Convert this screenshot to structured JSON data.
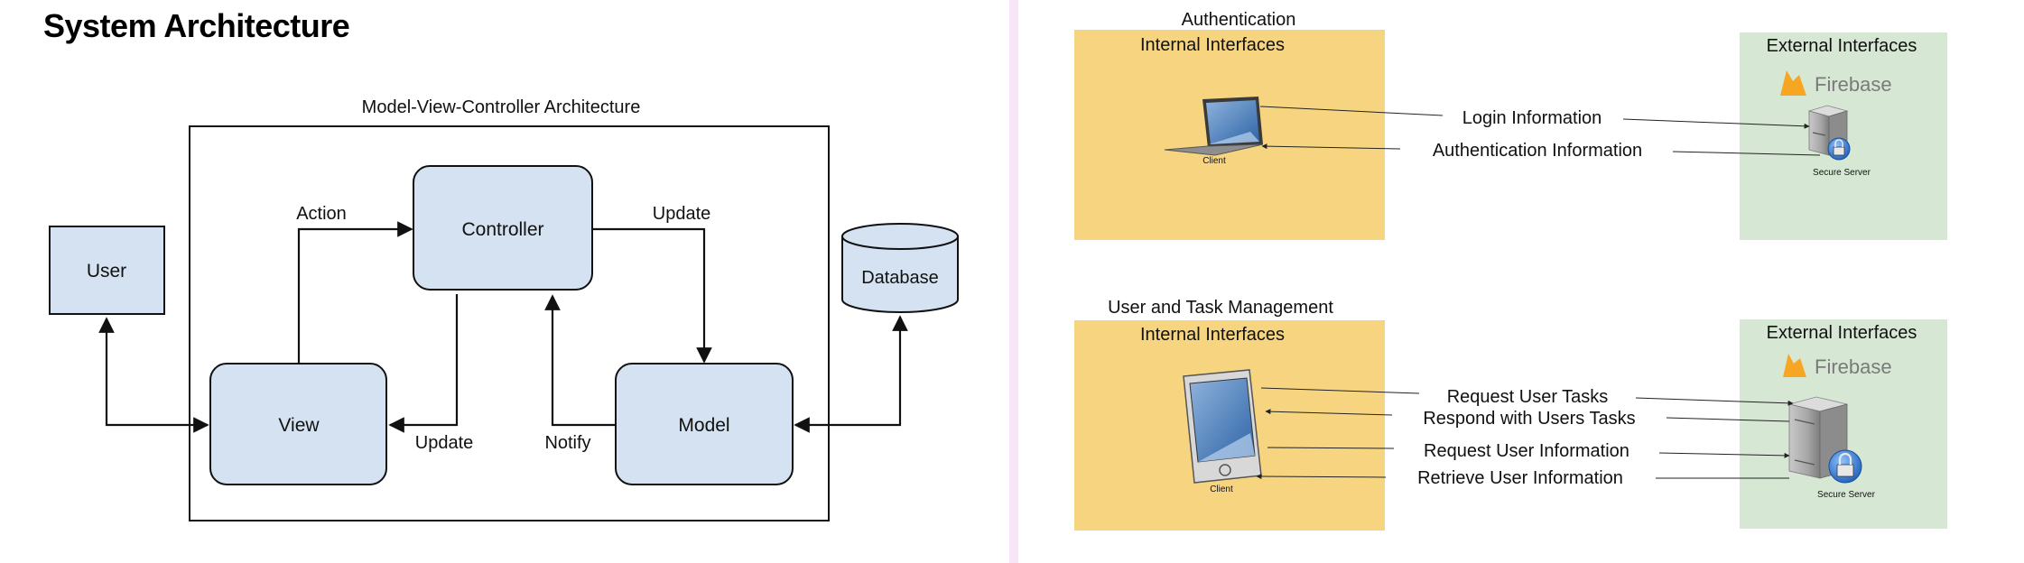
{
  "page": {
    "title": "System Architecture"
  },
  "mvc": {
    "frame_title": "Model-View-Controller Architecture",
    "nodes": {
      "user": "User",
      "controller": "Controller",
      "view": "View",
      "model": "Model",
      "database": "Database"
    },
    "edges": {
      "action": "Action",
      "update_top": "Update",
      "update_bottom": "Update",
      "notify": "Notify"
    },
    "colors": {
      "box_fill": "#d4e2f1",
      "stroke": "#222222"
    }
  },
  "auth": {
    "section_title": "Authentication",
    "internal_title": "Internal Interfaces",
    "external_title": "External Interfaces",
    "brand": "Firebase",
    "client_label": "Client",
    "server_label": "Secure Server",
    "messages": [
      "Login Information",
      "Authentication Information"
    ],
    "client_icon": "laptop-icon",
    "server_icon": "secure-server-icon"
  },
  "tasks": {
    "section_title": "User and Task Management",
    "internal_title": "Internal Interfaces",
    "external_title": "External Interfaces",
    "brand": "Firebase",
    "client_label": "Client",
    "server_label": "Secure Server",
    "messages": [
      "Request User Tasks",
      "Respond with Users Tasks",
      "Request User Information",
      "Retrieve User Information"
    ],
    "client_icon": "tablet-icon",
    "server_icon": "secure-server-icon"
  },
  "colors": {
    "internal_bg": "#f7d580",
    "external_bg": "#d6e8d4",
    "firebase_orange": "#f6a623",
    "firebase_text": "#7a7a7a",
    "divider": "#f7e6f5"
  }
}
